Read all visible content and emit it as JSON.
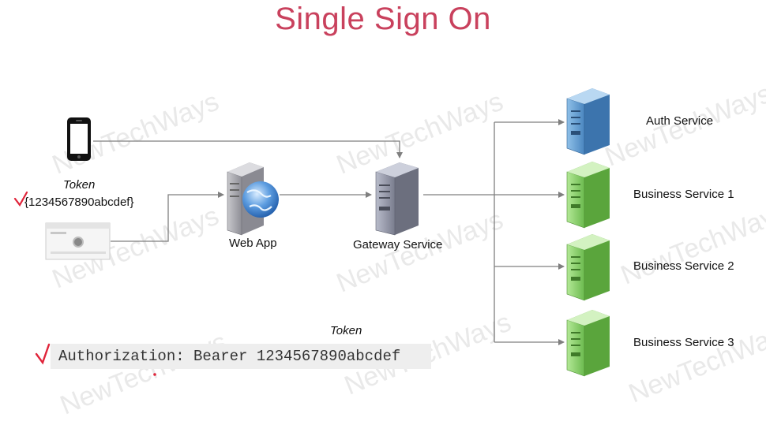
{
  "title": "Single Sign On",
  "watermark": "NewTechWays",
  "labels": {
    "token_top": "Token",
    "token_value": "{1234567890abcdef}",
    "web_app": "Web App",
    "gateway": "Gateway Service",
    "auth": "Auth Service",
    "business1": "Business Service 1",
    "business2": "Business Service 2",
    "business3": "Business Service 3",
    "token_bottom": "Token",
    "auth_header": "Authorization: Bearer 1234567890abcdef"
  },
  "colors": {
    "title": "#c9415d",
    "auth_server": "#5b9bd5",
    "business_server": "#8ed16b",
    "arrow": "#7f7f7f",
    "check": "#e0243a"
  }
}
